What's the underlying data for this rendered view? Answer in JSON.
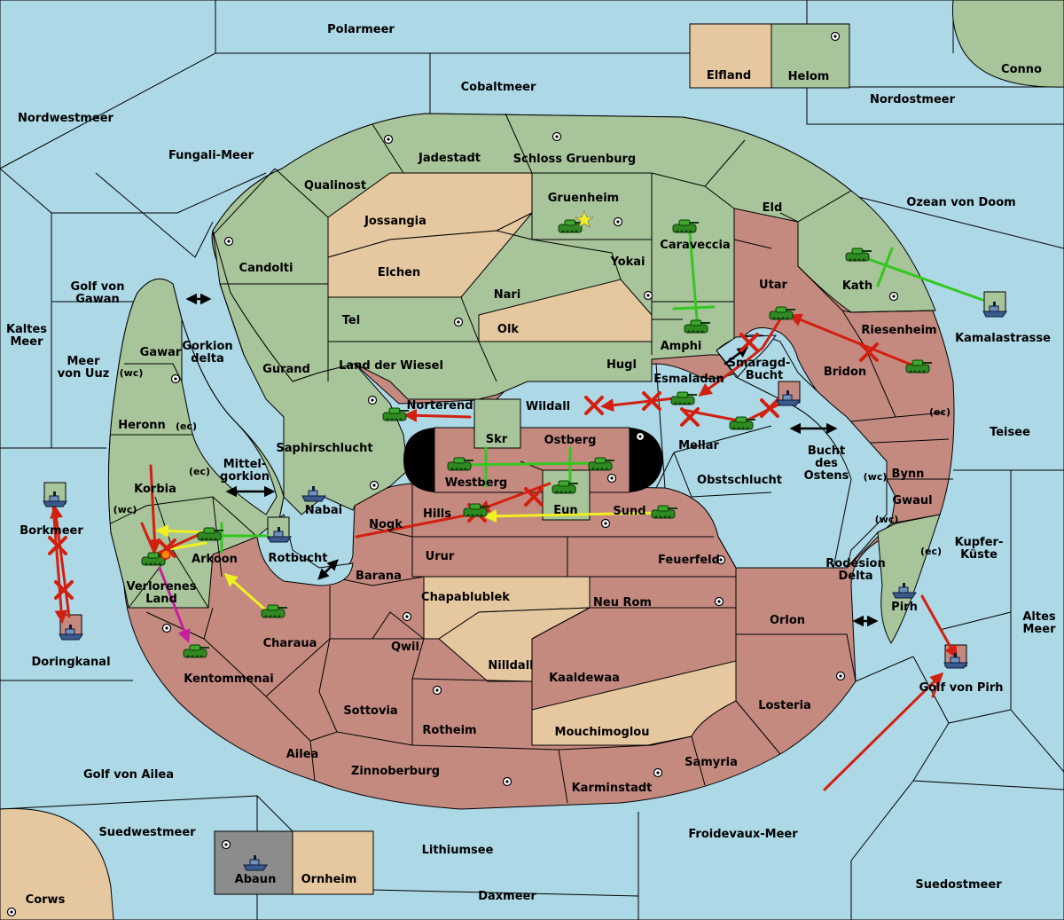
{
  "colors": {
    "sea": "#add8e6",
    "green_power": "#a8c49a",
    "red_power": "#c48a80",
    "neutral": "#e6c8a0",
    "gray_power": "#8c8c8c",
    "move_red": "#d22010",
    "move_green": "#32c820",
    "move_yellow": "#f0f020",
    "move_magenta": "#c81ea0"
  },
  "seas": {
    "polarmeer": "Polarmeer",
    "cobaltmeer": "Cobaltmeer",
    "nordwestmeer": "Nordwestmeer",
    "fungali": "Fungali-Meer",
    "nordostmeer": "Nordostmeer",
    "ozean_doom": "Ozean von Doom",
    "golf_gawan": "Golf von\nGawan",
    "kaltes_meer": "Kaltes\nMeer",
    "meer_uuz": "Meer\nvon Uuz",
    "kamalastrasse": "Kamalastrasse",
    "teisee": "Teisee",
    "kupferkueste": "Kupfer-\nKüste",
    "altes_meer": "Altes\nMeer",
    "borkmeer": "Borkmeer",
    "doringkanal": "Doringkanal",
    "rotbucht": "Rotbucht",
    "mittelgorkion": "Mittel-\ngorkion",
    "gorkion_delta": "Gorkion\ndelta",
    "smaragd_bucht": "Smaragd-\nBucht",
    "bucht_ostens": "Bucht\ndes\nOstens",
    "rodesion_delta": "Rodesion\nDelta",
    "golf_pirh": "Golf von Pirh",
    "golf_ailea": "Golf von Ailea",
    "suedwestmeer": "Suedwestmeer",
    "lithiumsee": "Lithiumsee",
    "froidevaux": "Froidevaux-Meer",
    "daxmeer": "Daxmeer",
    "suedostmeer": "Suedostmeer"
  },
  "provinces": {
    "elfland": "Elfland",
    "helom": "Helom",
    "conno": "Conno",
    "jadestadt": "Jadestadt",
    "schloss_gruenburg": "Schloss Gruenburg",
    "qualinost": "Qualinost",
    "gruenheim": "Gruenheim",
    "jossangia": "Jossangia",
    "caraveccia": "Caraveccia",
    "eld": "Eld",
    "candolti": "Candolti",
    "elchen": "Elchen",
    "yokai": "Yokai",
    "nari": "Nari",
    "utar": "Utar",
    "kath": "Kath",
    "tel": "Tel",
    "olk": "Olk",
    "amphi": "Amphi",
    "riesenheim": "Riesenheim",
    "gawar": "Gawar",
    "gurand": "Gurand",
    "land_wiesel": "Land der Wiesel",
    "hugl": "Hugl",
    "bridon": "Bridon",
    "esmaladan": "Esmaladan",
    "norterend": "Norterend",
    "wildall": "Wildall",
    "heronn": "Heronn",
    "skr": "Skr",
    "ostberg": "Ostberg",
    "mellar": "Mellar",
    "saphirschlucht": "Saphirschlucht",
    "korbia": "Korbia",
    "westberg": "Westberg",
    "obstschlucht": "Obstschlucht",
    "bynn": "Bynn",
    "nabai": "Nabai",
    "eun": "Eun",
    "sund": "Sund",
    "gwaul": "Gwaul",
    "nogk": "Nogk",
    "hills": "Hills",
    "arkoon": "Arkoon",
    "urur": "Urur",
    "feuerfeld": "Feuerfeld",
    "verlorenes_land": "Verlorenes\nLand",
    "barana": "Barana",
    "chapablublek": "Chapablublek",
    "neu_rom": "Neu Rom",
    "pirh": "Pirh",
    "orlon": "Orlon",
    "charaua": "Charaua",
    "qwil": "Qwil",
    "nilldall": "Nilldall",
    "kentommenai": "Kentommenai",
    "kaaldewaa": "Kaaldewaa",
    "sottovia": "Sottovia",
    "losteria": "Losteria",
    "rotheim": "Rotheim",
    "mouchimoglou": "Mouchimoglou",
    "ailea": "Ailea",
    "samyria": "Samyria",
    "zinnoberburg": "Zinnoberburg",
    "karminstadt": "Karminstadt",
    "abaun": "Abaun",
    "ornheim": "Ornheim",
    "corws": "Corws"
  },
  "coast_tags": {
    "gawar_wc": "(wc)",
    "heronn_ec": "(ec)",
    "korbia_ec": "(ec)",
    "korbia_wc": "(wc)",
    "bynn_ec": "(ec)",
    "bynn_wc": "(wc)",
    "gwaul_wc": "(wc)",
    "gwaul_ec": "(ec)"
  },
  "icons": [
    "tank-icon",
    "ship-icon",
    "supply-center-icon",
    "star-icon",
    "explosion-icon",
    "double-arrow-icon",
    "cross-mark-icon"
  ]
}
